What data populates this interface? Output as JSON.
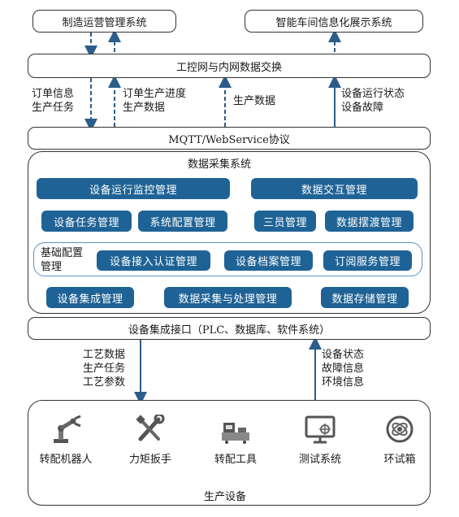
{
  "top_left_system": "制造运营管理系统",
  "top_right_system": "智能车间信息化展示系统",
  "network_exchange": "工控网与内网数据交换",
  "protocol": "MQTT/WebService协议",
  "flow_labels": {
    "order_info": "订单信息\n生产任务",
    "order_progress": "订单生产进度\n生产数据",
    "production_data": "生产数据",
    "device_status": "设备运行状态\n设备故障",
    "process_down": "工艺数据\n生产任务\n工艺参数",
    "status_up": "设备状态\n故障信息\n环境信息"
  },
  "acquisition_system": {
    "title": "数据采集系统",
    "row1": [
      "设备运行监控管理",
      "数据交互管理"
    ],
    "row2": [
      "设备任务管理",
      "系统配置管理",
      "三员管理",
      "数据摆渡管理"
    ],
    "basic_config_label": "基础配置\n管理",
    "row3": [
      "设备接入认证管理",
      "设备档案管理",
      "订阅服务管理"
    ],
    "row4": [
      "设备集成管理",
      "数据采集与处理管理",
      "数据存储管理"
    ]
  },
  "integration_interface": "设备集成接口（PLC、数据库、软件系统）",
  "production_equipment": {
    "title": "生产设备",
    "devices": [
      {
        "label": "转配机器人",
        "icon": "robot-arm-icon"
      },
      {
        "label": "力矩扳手",
        "icon": "wrench-screwdriver-icon"
      },
      {
        "label": "转配工具",
        "icon": "toolbox-icon"
      },
      {
        "label": "测试系统",
        "icon": "monitor-test-icon"
      },
      {
        "label": "环试箱",
        "icon": "environment-chamber-icon"
      }
    ]
  },
  "colors": {
    "button_fill": "#1f6396",
    "border": "#333333",
    "connector": "#2c5d8a"
  }
}
